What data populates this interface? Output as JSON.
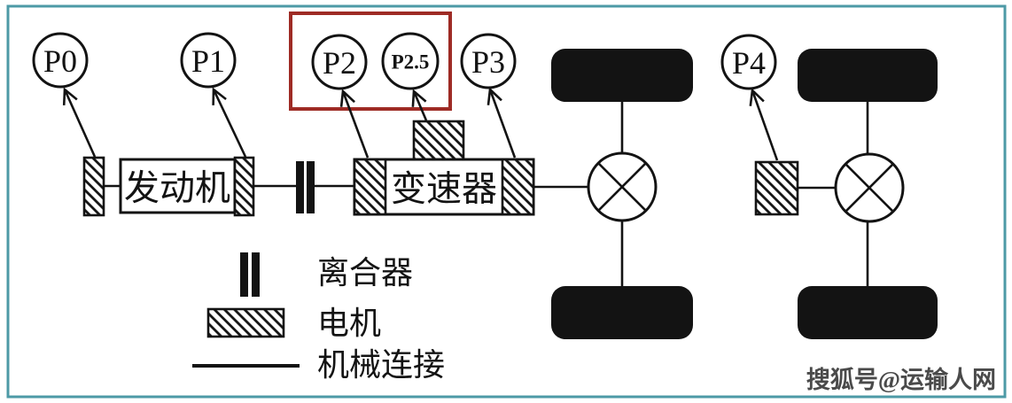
{
  "colors": {
    "frame": "#4d9aa6",
    "highlight": "#9e2b25",
    "ink": "#131313"
  },
  "nodes": [
    {
      "id": "P0",
      "label": "P0"
    },
    {
      "id": "P1",
      "label": "P1"
    },
    {
      "id": "P2",
      "label": "P2"
    },
    {
      "id": "P2.5",
      "label": "P2.5"
    },
    {
      "id": "P3",
      "label": "P3"
    },
    {
      "id": "P4",
      "label": "P4"
    }
  ],
  "highlight_group": [
    "P2",
    "P2.5"
  ],
  "components": {
    "engine": "发动机",
    "transmission": "变速器"
  },
  "legend": {
    "items": [
      {
        "symbol": "clutch-icon",
        "label": "离合器"
      },
      {
        "symbol": "motor-icon",
        "label": "电机"
      },
      {
        "symbol": "mechanical-link-icon",
        "label": "机械连接"
      }
    ]
  },
  "watermark": "搜狐号@运输人网"
}
